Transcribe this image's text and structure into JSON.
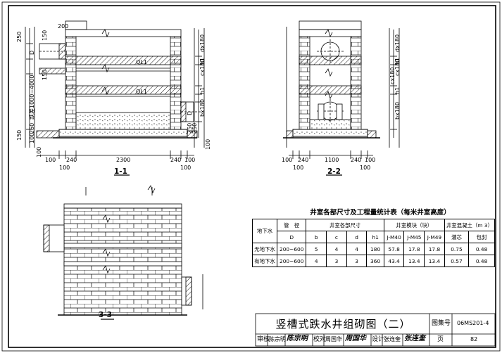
{
  "sections": {
    "s11": "1-1",
    "s22": "2-2",
    "s33": "3-3"
  },
  "dims_11": {
    "top200": "200",
    "l150": "150",
    "l250": "250",
    "lD": "D",
    "l150b": "150",
    "lrange": "跌差1000~4000",
    "l150c": "150",
    "l100": "100",
    "l250b": "250",
    "l100b": "100",
    "ql1a": "QL1",
    "ql1b": "QL1",
    "rdx": "dx180",
    "rcx": "cx180",
    "rh1": "h1",
    "rh1b": "h1",
    "rD": "D",
    "r250a": "250",
    "r250b": "250",
    "rbx": "bx180",
    "r100": "100",
    "b100a": "100",
    "b240a": "240",
    "b100b": "100",
    "b2300": "2300",
    "b240b": "240",
    "b100c": "100",
    "b100d": "100"
  },
  "dims_22": {
    "rdx": "dx180",
    "rcx": "cx180",
    "rh1": "h1",
    "rh1b": "h1",
    "rcx2": "cx180",
    "rbx": "bx180",
    "b100a": "100",
    "b240a": "240",
    "b100b": "100",
    "b1100": "1100",
    "b240b": "240",
    "b100c": "100",
    "b100d": "100"
  },
  "quantity_table": {
    "title": "井室各部尺寸及工程量统计表（每米井室高度）",
    "h_cond": "地下水",
    "h_pipe": "管　径",
    "h_dims": "井室各部尺寸",
    "h_blocks": "井室模块（块）",
    "h_concrete": "井室混凝土（m 3）",
    "h_D": "D",
    "h_b": "b",
    "h_c": "c",
    "h_d": "d",
    "h_h1": "h1",
    "h_m40": "J-M40",
    "h_m45": "J-M45",
    "h_m49": "J-M49",
    "h_fill": "灌芯",
    "h_wrap": "包封",
    "rows": [
      {
        "cond": "无地下水",
        "D": "200~600",
        "b": "5",
        "c": "4",
        "d": "4",
        "h1": "180",
        "m40": "57.8",
        "m45": "17.8",
        "m49": "17.8",
        "fill": "0.75",
        "wrap": "0.48"
      },
      {
        "cond": "有地下水",
        "D": "200~600",
        "b": "4",
        "c": "3",
        "d": "3",
        "h1": "360",
        "m40": "43.4",
        "m45": "13.4",
        "m49": "13.4",
        "fill": "0.57",
        "wrap": "0.48"
      }
    ]
  },
  "title_block": {
    "main_title": "竖槽式跌水井组砌图（二）",
    "atlas_label": "图集号",
    "atlas_no": "06MS201-4",
    "review_label": "审核",
    "reviewer": "陈宗明",
    "reviewer_sig": "陈宗明",
    "check_label": "校对",
    "checker": "周国华",
    "checker_sig": "周国华",
    "design_label": "设计",
    "designer": "张连奎",
    "designer_sig": "张连奎",
    "page_label": "页",
    "page_no": "82"
  },
  "colors": {
    "line": "#000000",
    "paper": "#ffffff"
  }
}
